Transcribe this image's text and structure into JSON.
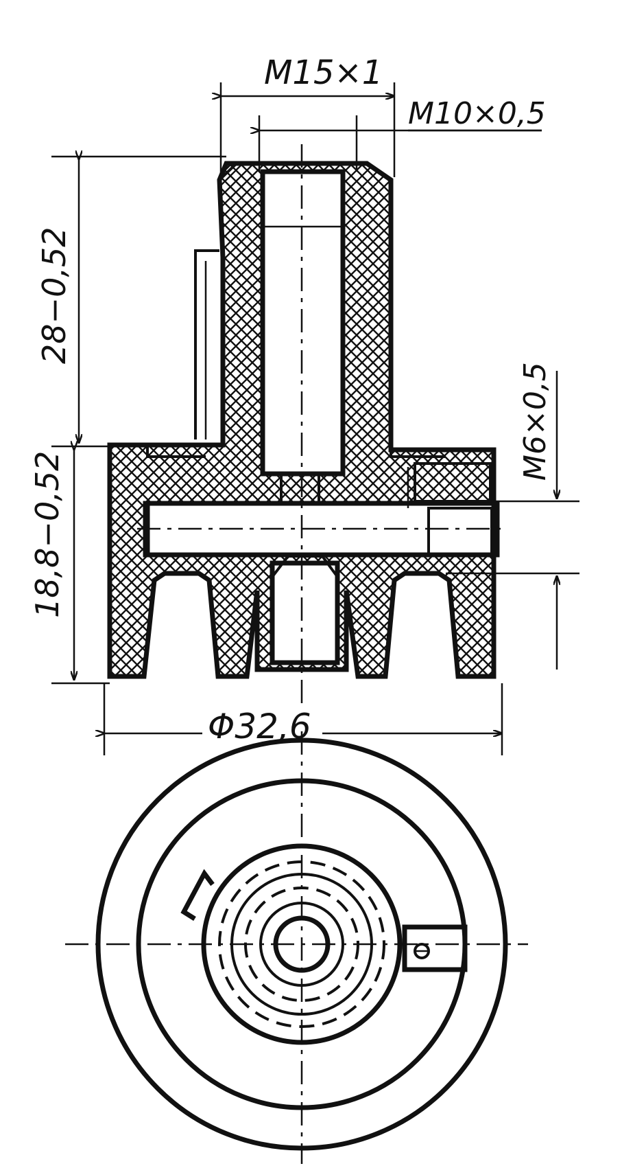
{
  "title": "",
  "dimensions": {
    "thread_outer": "M15×1",
    "thread_inner": "M10×0,5",
    "height_upper": "28−0,52",
    "height_lower": "18,8−0,52",
    "thread_side": "M6×0,5",
    "diameter": "Φ32,6"
  },
  "colors": {
    "line": "#111111",
    "background": "#ffffff"
  }
}
